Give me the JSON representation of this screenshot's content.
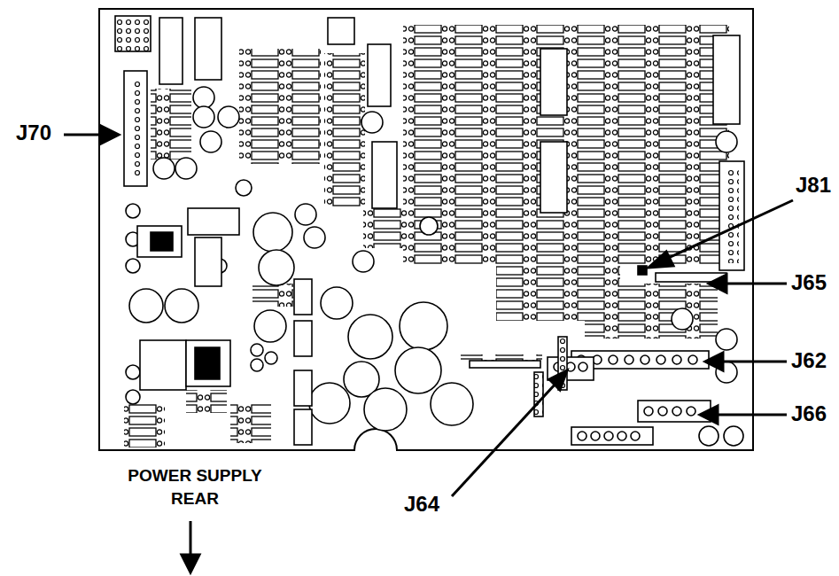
{
  "diagram": {
    "labels": [
      "J70",
      "J81",
      "J65",
      "J62",
      "J66",
      "POWER SUPPLY REAR",
      "J64"
    ]
  }
}
